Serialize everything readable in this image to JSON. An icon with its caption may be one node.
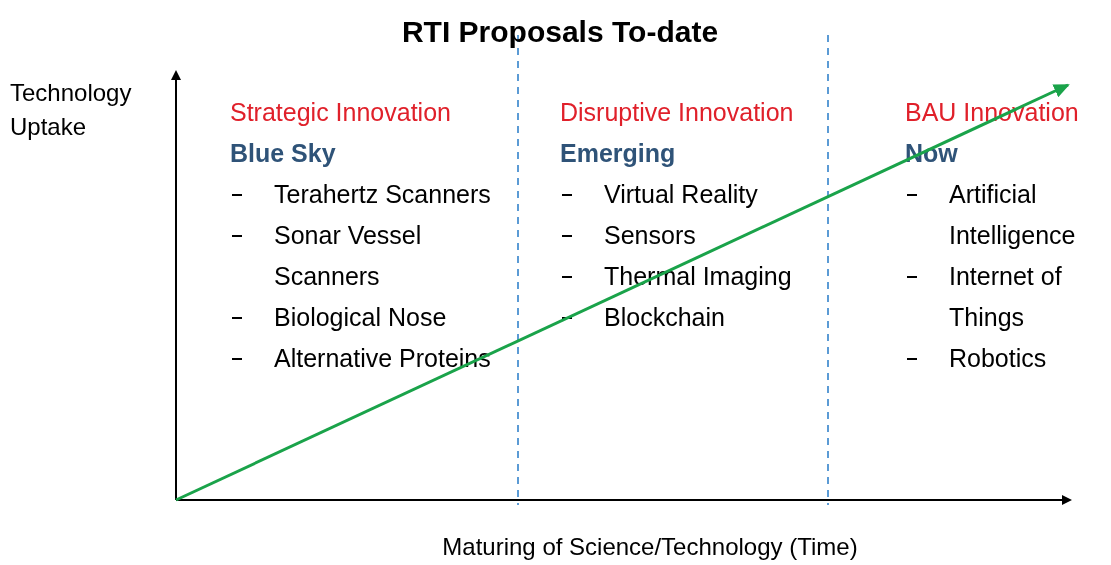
{
  "diagram": {
    "title": "RTI Proposals To-date",
    "labels": [
      "Technology Uptake",
      "Strategic Innovation",
      "Blue Sky",
      "Terahertz Scanners",
      "Sonar Vessel Scanners",
      "Biological Nose",
      "Alternative Proteins",
      "Disruptive Innovation",
      "Emerging",
      "Virtual Reality",
      "Sensors",
      "Thermal Imaging",
      "Blockchain",
      "BAU Innovation",
      "Now",
      "Artificial Intelligence",
      "Internet of Things",
      "Robotics",
      "Maturing of Science/Technology (Time)"
    ]
  }
}
